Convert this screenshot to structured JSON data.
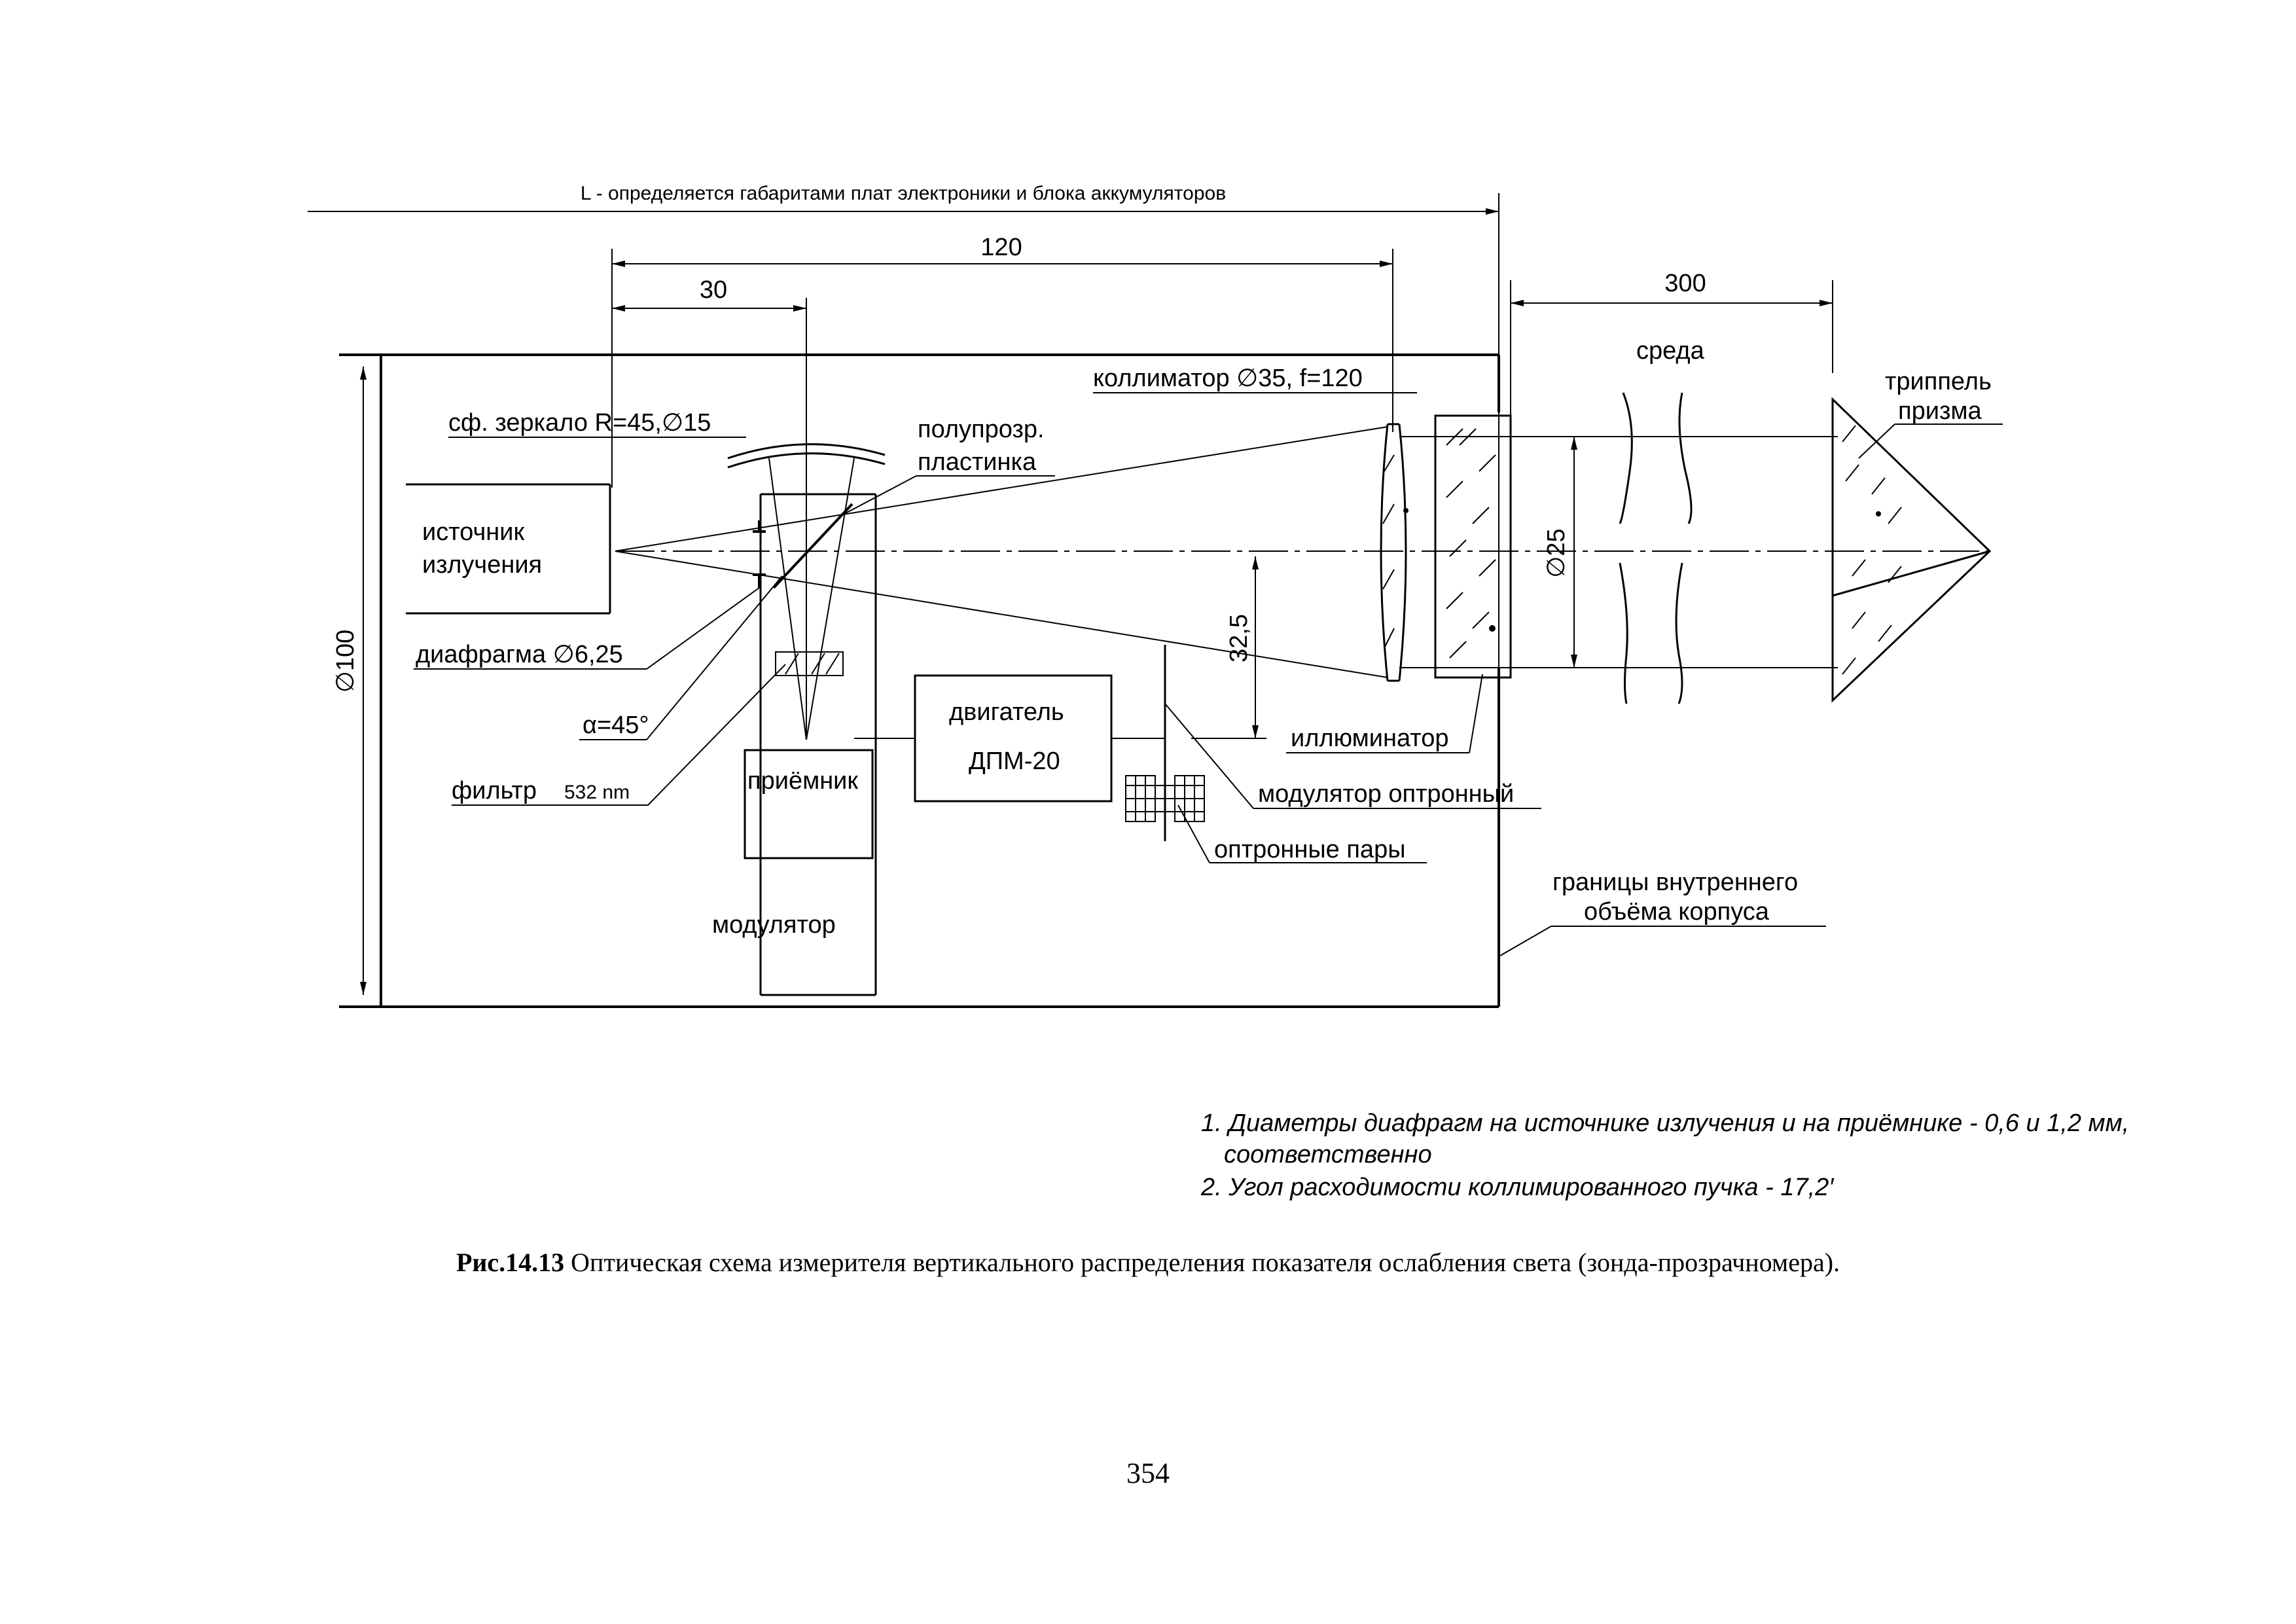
{
  "diagram": {
    "dimensions": {
      "L_note": "L - определяется габаритами плат электроники и блока аккумуляторов",
      "d120": "120",
      "d30": "30",
      "d300": "300",
      "d100": "∅100",
      "d32_5": "32,5",
      "d25": "∅25"
    },
    "labels": {
      "sreda": "среда",
      "kollimator": "коллиматор ∅35, f=120",
      "triple_prism_1": "триппель",
      "triple_prism_2": "призма",
      "mirror": "сф. зеркало R=45,∅15",
      "plate_1": "полупрозр.",
      "plate_2": "пластинка",
      "source_1": "источник",
      "source_2": "излучения",
      "diaphragm": "диафрагма ∅6,25",
      "alpha": "α=45°",
      "filter": "фильтр",
      "filter_nm": "532 nm",
      "receiver": "приёмник",
      "modulator": "модулятор",
      "motor_1": "двигатель",
      "motor_2": "ДПМ-20",
      "illuminator": "иллюминатор",
      "opto_modulator": "модулятор оптронный",
      "opto_pairs": "оптронные пары",
      "boundary_1": "границы внутреннего",
      "boundary_2": "объёма корпуса"
    },
    "notes": [
      "1. Диаметры диафрагм на источнике излучения и на приёмнике -  0,6 и 1,2 мм,",
      "соответственно",
      "2. Угол расходимости коллимированного пучка -  17,2′"
    ]
  },
  "caption": {
    "prefix": "Рис.14.13",
    "text": " Оптическая схема измерителя вертикального распределения показателя ослабления света (зонда-прозрачномера)."
  },
  "page_number": "354"
}
